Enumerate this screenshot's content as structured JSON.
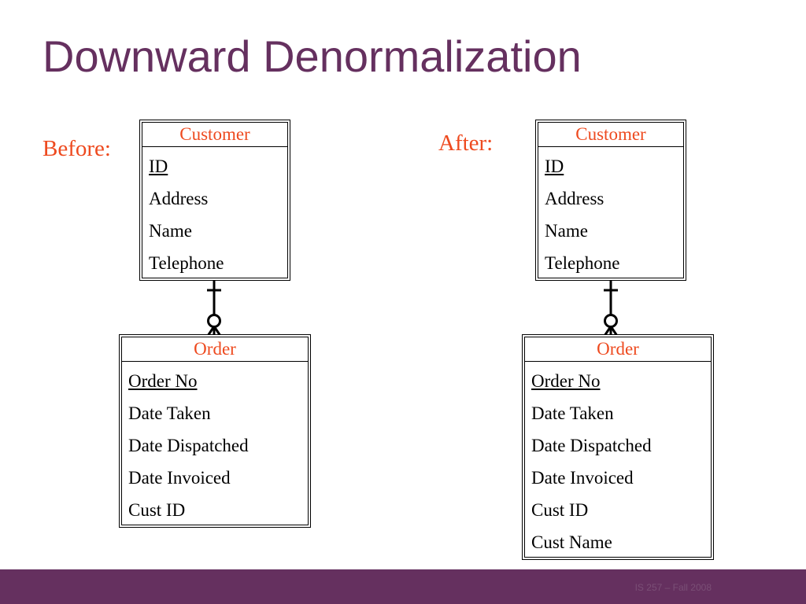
{
  "slide": {
    "title": "Downward Denormalization",
    "footer": "IS 257 – Fall 2008"
  },
  "colors": {
    "title": "#65305f",
    "accent": "#ee4a1f",
    "footer_bar": "#65305f"
  },
  "before": {
    "label": "Before:",
    "customer": {
      "name": "Customer",
      "attributes": [
        "ID",
        "Address",
        "Name",
        "Telephone"
      ]
    },
    "order": {
      "name": "Order",
      "attributes": [
        "Order No",
        "Date Taken",
        "Date Dispatched",
        "Date Invoiced",
        "Cust ID"
      ]
    }
  },
  "after": {
    "label": "After:",
    "customer": {
      "name": "Customer",
      "attributes": [
        "ID",
        "Address",
        "Name",
        "Telephone"
      ]
    },
    "order": {
      "name": "Order",
      "attributes": [
        "Order No",
        "Date Taken",
        "Date Dispatched",
        "Date Invoiced",
        "Cust ID",
        "Cust Name"
      ]
    }
  },
  "relationship": {
    "parent_cardinality": "exactly one",
    "child_cardinality": "zero or many",
    "notation": "crow's foot"
  }
}
